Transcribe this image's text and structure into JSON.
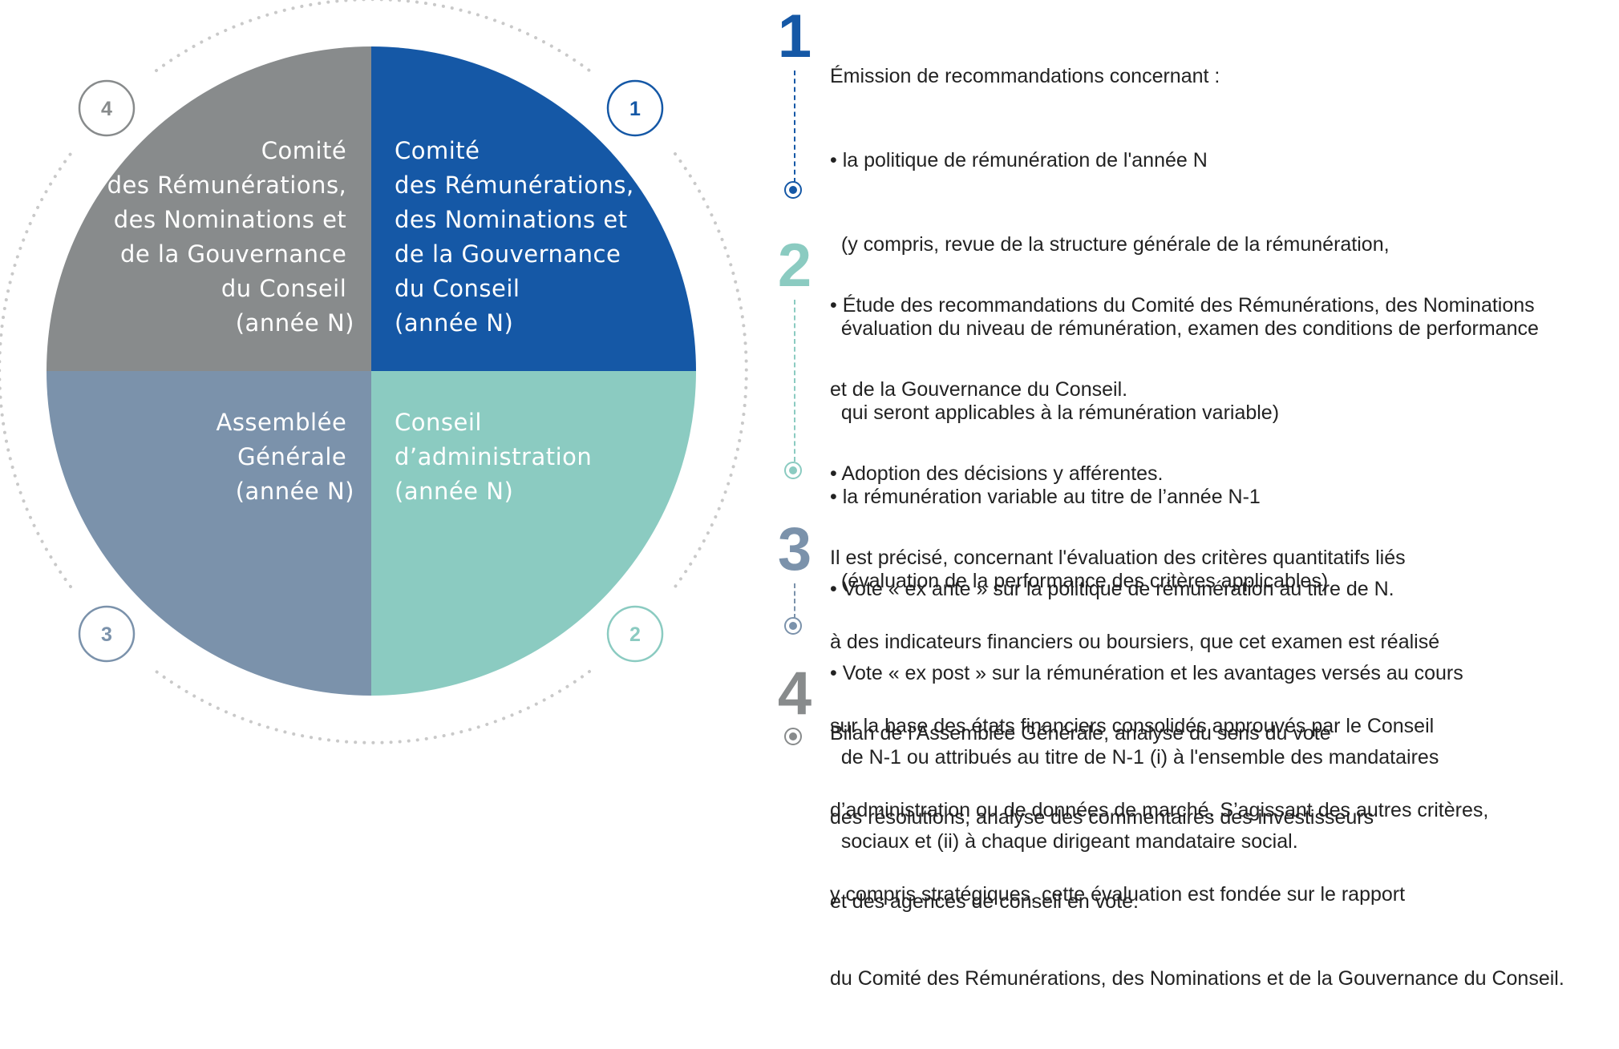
{
  "colors": {
    "q1": "#1558A6",
    "q2": "#8BCBC1",
    "q3": "#7B92AB",
    "q4": "#888B8C",
    "dotted_ring": "#c9c9c9",
    "num1": "#1558A6",
    "num2": "#8BCBC1",
    "num3": "#7B92AB",
    "num4": "#888B8C"
  },
  "quadrants": {
    "q1": {
      "lines": [
        "Comité",
        "des Rémunérations,",
        "des Nominations et",
        "de la Gouvernance",
        "du Conseil",
        "(année N)"
      ]
    },
    "q2": {
      "lines": [
        "Conseil",
        "d’administration",
        "(année N)"
      ]
    },
    "q3": {
      "lines": [
        "Assemblée",
        "Générale",
        "(année N)"
      ]
    },
    "q4": {
      "lines": [
        "Comité",
        "des Rémunérations,",
        "des Nominations et",
        "de la Gouvernance",
        "du Conseil",
        "(année N)"
      ]
    }
  },
  "badges": {
    "b1": "1",
    "b2": "2",
    "b3": "3",
    "b4": "4"
  },
  "steps": [
    {
      "number": "1",
      "lines": [
        "Émission de recommandations concernant :",
        "• la politique de rémunération de l'année N",
        "  (y compris, revue de la structure générale de la rémunération,",
        "  évaluation du niveau de rémunération, examen des conditions de performance",
        "  qui seront applicables à la rémunération variable)",
        "• la rémunération variable au titre de l’année N-1",
        "  (évaluation de la performance des critères applicables)"
      ]
    },
    {
      "number": "2",
      "lines": [
        "• Étude des recommandations du Comité des Rémunérations, des Nominations",
        "et de la Gouvernance du Conseil.",
        "• Adoption des décisions y afférentes.",
        "Il est précisé, concernant l'évaluation des critères quantitatifs liés",
        "à des indicateurs financiers ou boursiers, que cet examen est réalisé",
        "sur la base des états financiers consolidés approuvés par le Conseil",
        "d’administration ou de données de marché. S’agissant des autres critères,",
        "y compris stratégiques, cette évaluation est fondée sur le rapport",
        "du Comité des Rémunérations, des Nominations et de la Gouvernance du Conseil."
      ]
    },
    {
      "number": "3",
      "lines": [
        "• Vote « ex ante » sur la politique de rémunération au titre de N.",
        "• Vote « ex post » sur la rémunération et les avantages versés au cours",
        "  de N-1 ou attribués au titre de N-1 (i) à l'ensemble des mandataires",
        "  sociaux et (ii) à chaque dirigeant mandataire social."
      ]
    },
    {
      "number": "4",
      "lines": [
        "Bilan de l'Assemblée Générale, analyse du sens du vote",
        "des résolutions, analyse des commentaires des investisseurs",
        "et des agences de conseil en vote."
      ]
    }
  ]
}
